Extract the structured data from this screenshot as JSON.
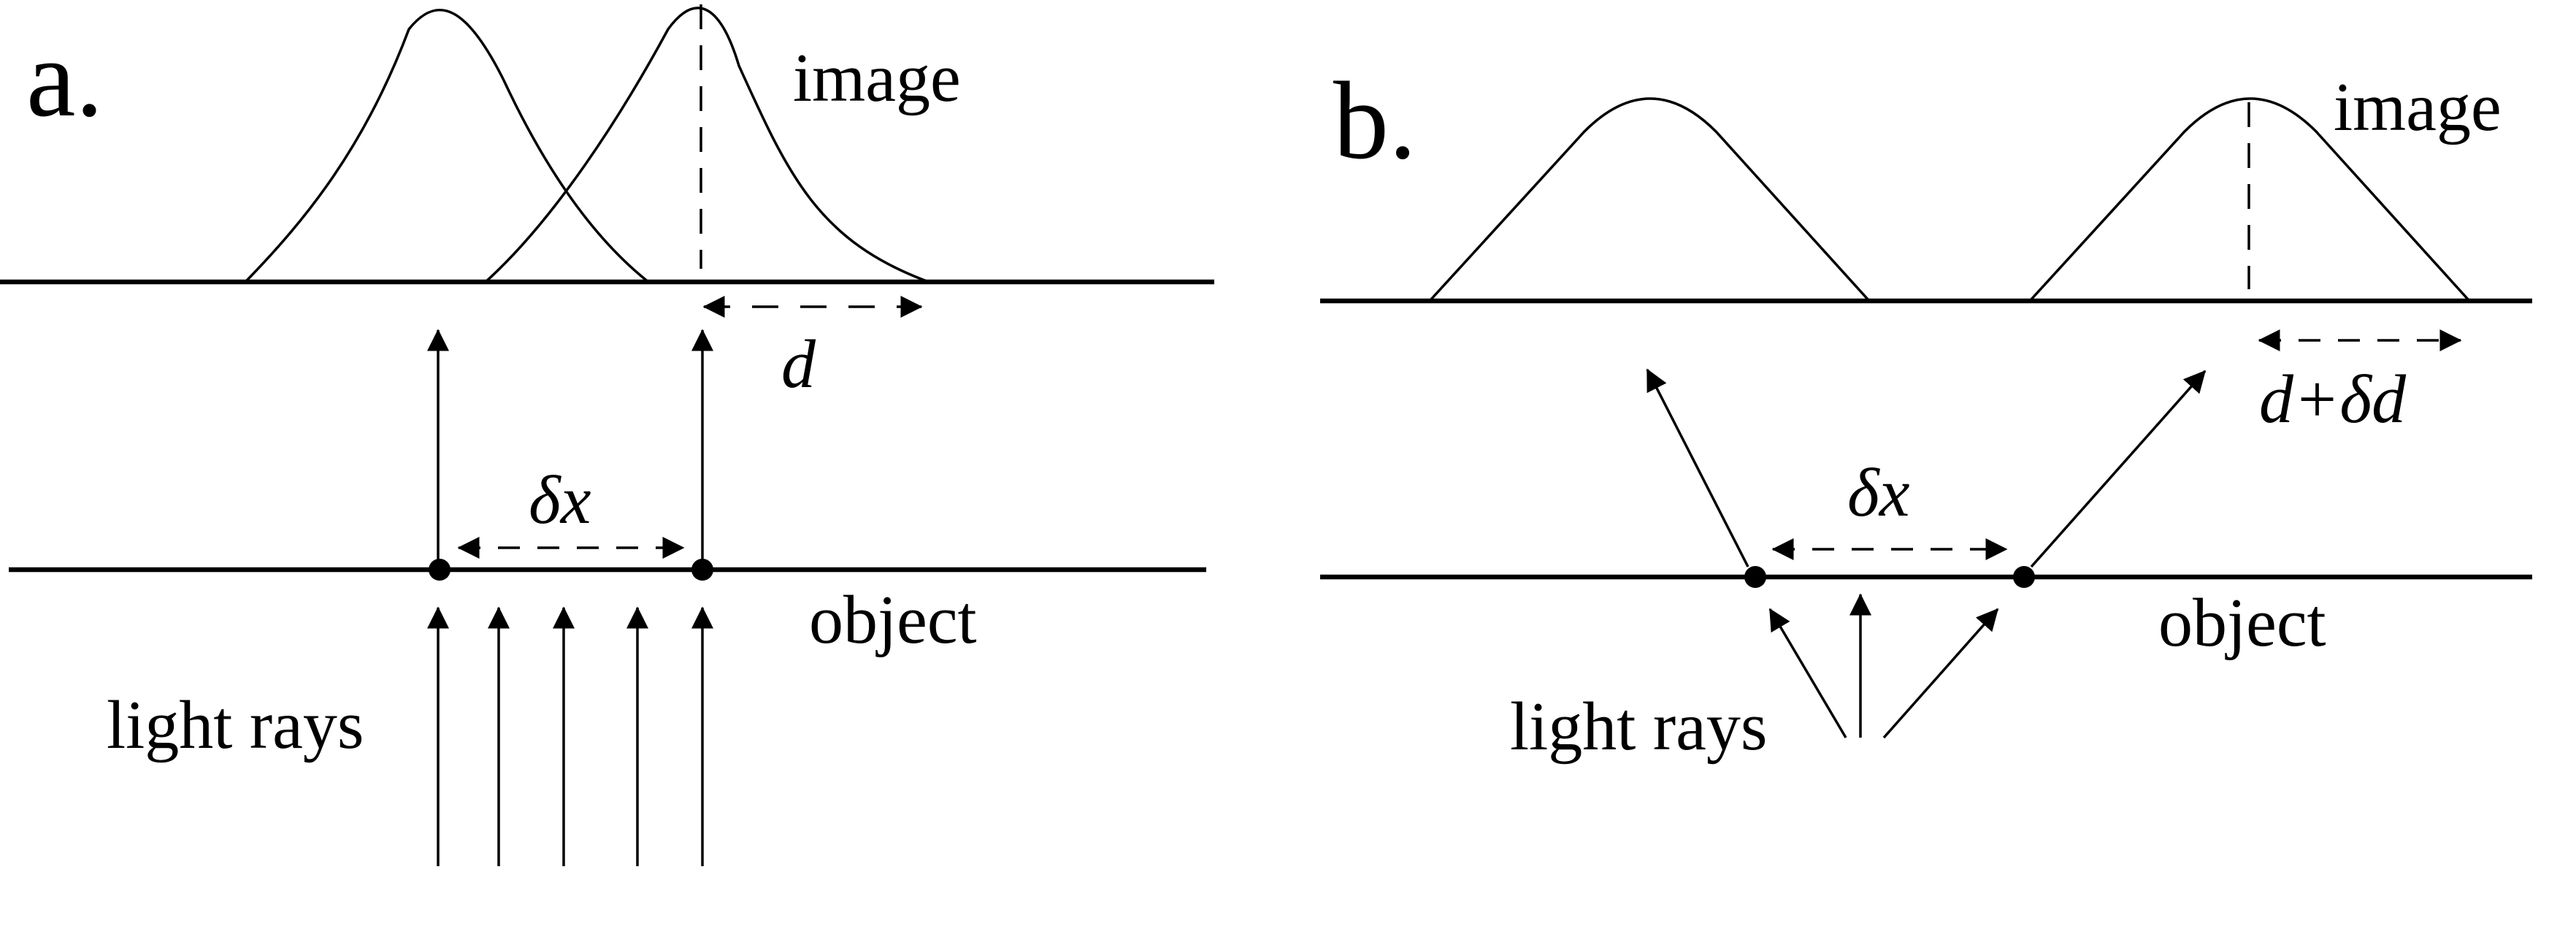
{
  "panel_a": {
    "letter": "a.",
    "image_label": "image",
    "object_label": "object",
    "light_label": "light rays",
    "shift_label": "δx",
    "width_label": "d"
  },
  "panel_b": {
    "letter": "b.",
    "image_label": "image",
    "object_label": "object",
    "light_label": "light rays",
    "shift_label": "δx",
    "width_label": "d+δd"
  }
}
